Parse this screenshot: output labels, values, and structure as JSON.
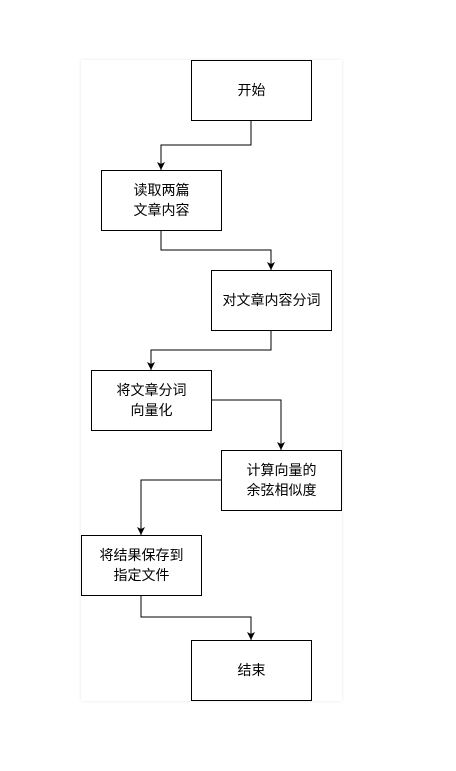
{
  "colors": {
    "line": "#000000",
    "node_border": "#000000",
    "node_fill": "#ffffff",
    "text": "#000000"
  },
  "flowchart": {
    "nodes": [
      {
        "id": "start",
        "label": "开始"
      },
      {
        "id": "read",
        "label": "读取两篇\n文章内容"
      },
      {
        "id": "segment",
        "label": "对文章内容分词"
      },
      {
        "id": "vectorize",
        "label": "将文章分词\n向量化"
      },
      {
        "id": "cosine",
        "label": "计算向量的\n余弦相似度"
      },
      {
        "id": "save",
        "label": "将结果保存到\n指定文件"
      },
      {
        "id": "end",
        "label": "结束"
      }
    ],
    "edges": [
      {
        "from": "start",
        "to": "read"
      },
      {
        "from": "read",
        "to": "segment"
      },
      {
        "from": "segment",
        "to": "vectorize"
      },
      {
        "from": "vectorize",
        "to": "cosine"
      },
      {
        "from": "cosine",
        "to": "save"
      },
      {
        "from": "save",
        "to": "end"
      }
    ]
  }
}
